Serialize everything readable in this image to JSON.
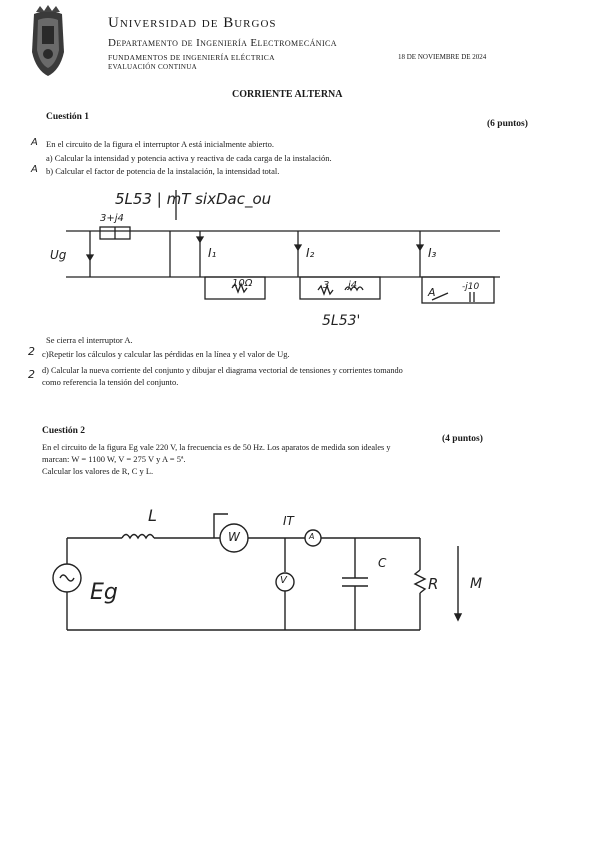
{
  "header": {
    "university": "Universidad de Burgos",
    "department": "Departamento de Ingeniería Electromecánica",
    "subject": "FUNDAMENTOS DE INGENIERÍA ELÉCTRICA",
    "date": "18 DE NOVIEMBRE DE 2024",
    "evaluation": "EVALUACIÓN CONTINUA"
  },
  "title": "CORRIENTE ALTERNA",
  "question1": {
    "heading": "Cuestión 1",
    "points": "(6 puntos)",
    "intro": "En el circuito de la figura el interruptor A está inicialmente abierto.",
    "item_a": "a) Calcular la intensidad y potencia activa y reactiva de cada carga de la instalación.",
    "item_b": "b) Calcular el factor de potencia de la instalación, la intensidad total.",
    "closed": "Se cierra el interruptor A.",
    "item_c": "c)Repetir los cálculos y calcular las pérdidas en la línea y el valor de Ug.",
    "item_d1": "d) Calcular la nueva corriente del conjunto y dibujar el diagrama vectorial de tensiones y corrientes tomando",
    "item_d2": "como referencia la tensión del conjunto."
  },
  "question2": {
    "heading": "Cuestión 2",
    "points": "(4 puntos)",
    "line1": "En el circuito de la figura Eg vale 220 V, la frecuencia es de 50 Hz. Los aparatos de medida son ideales y",
    "line2": "marcan: W = 1100 W, V = 275 V y A = 5ª.",
    "line3": "Calcular los valores de R, C y L."
  },
  "handwriting": {
    "top_note": "5L53 | mT sixDac_ou",
    "bottom_note": "5L53'",
    "line_z": "3+j4",
    "source_label": "Ug",
    "i1": "I₁",
    "i2": "I₂",
    "i3": "I₃",
    "z1": "10Ω",
    "z2_r": "3",
    "z2_x": "j4",
    "z3": "-j10",
    "switch_a": "A",
    "c2_L": "L",
    "c2_W": "W",
    "c2_A": "A",
    "c2_V": "V",
    "c2_C": "C",
    "c2_R": "R",
    "c2_It": "IT",
    "c2_Eg": "Eg",
    "c2_M": "M",
    "margin_a": "A",
    "margin_b": "A",
    "margin_c": "2",
    "margin_d": "2"
  }
}
